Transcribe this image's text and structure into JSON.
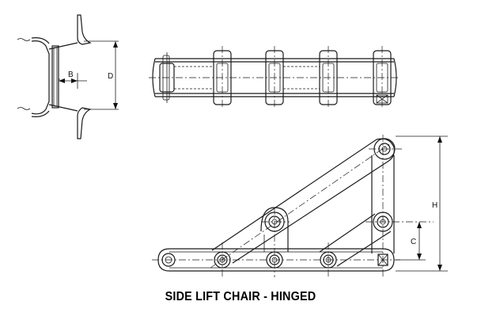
{
  "caption": "SIDE LIFT CHAIR - HINGED",
  "dimensions": {
    "b": "B",
    "d": "D",
    "h": "H",
    "c": "C"
  },
  "colors": {
    "line": "#1a1a1a",
    "background": "#ffffff"
  }
}
